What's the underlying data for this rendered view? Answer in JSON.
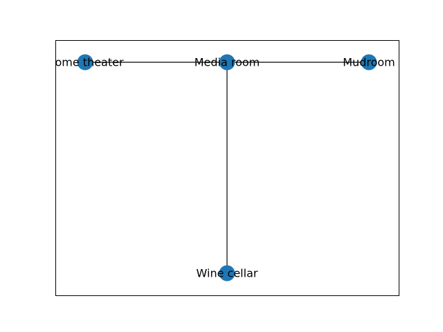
{
  "diagram": {
    "type": "graph",
    "node_color": "#1f77b4",
    "edge_color": "#000000",
    "frame_color": "#000000",
    "nodes": [
      {
        "id": "home_theater",
        "label": "Home theater"
      },
      {
        "id": "media_room",
        "label": "Media room"
      },
      {
        "id": "mudroom",
        "label": "Mudroom"
      },
      {
        "id": "wine_cellar",
        "label": "Wine cellar"
      }
    ],
    "edges": [
      {
        "source": "home_theater",
        "target": "media_room"
      },
      {
        "source": "media_room",
        "target": "mudroom"
      },
      {
        "source": "media_room",
        "target": "wine_cellar"
      }
    ]
  }
}
